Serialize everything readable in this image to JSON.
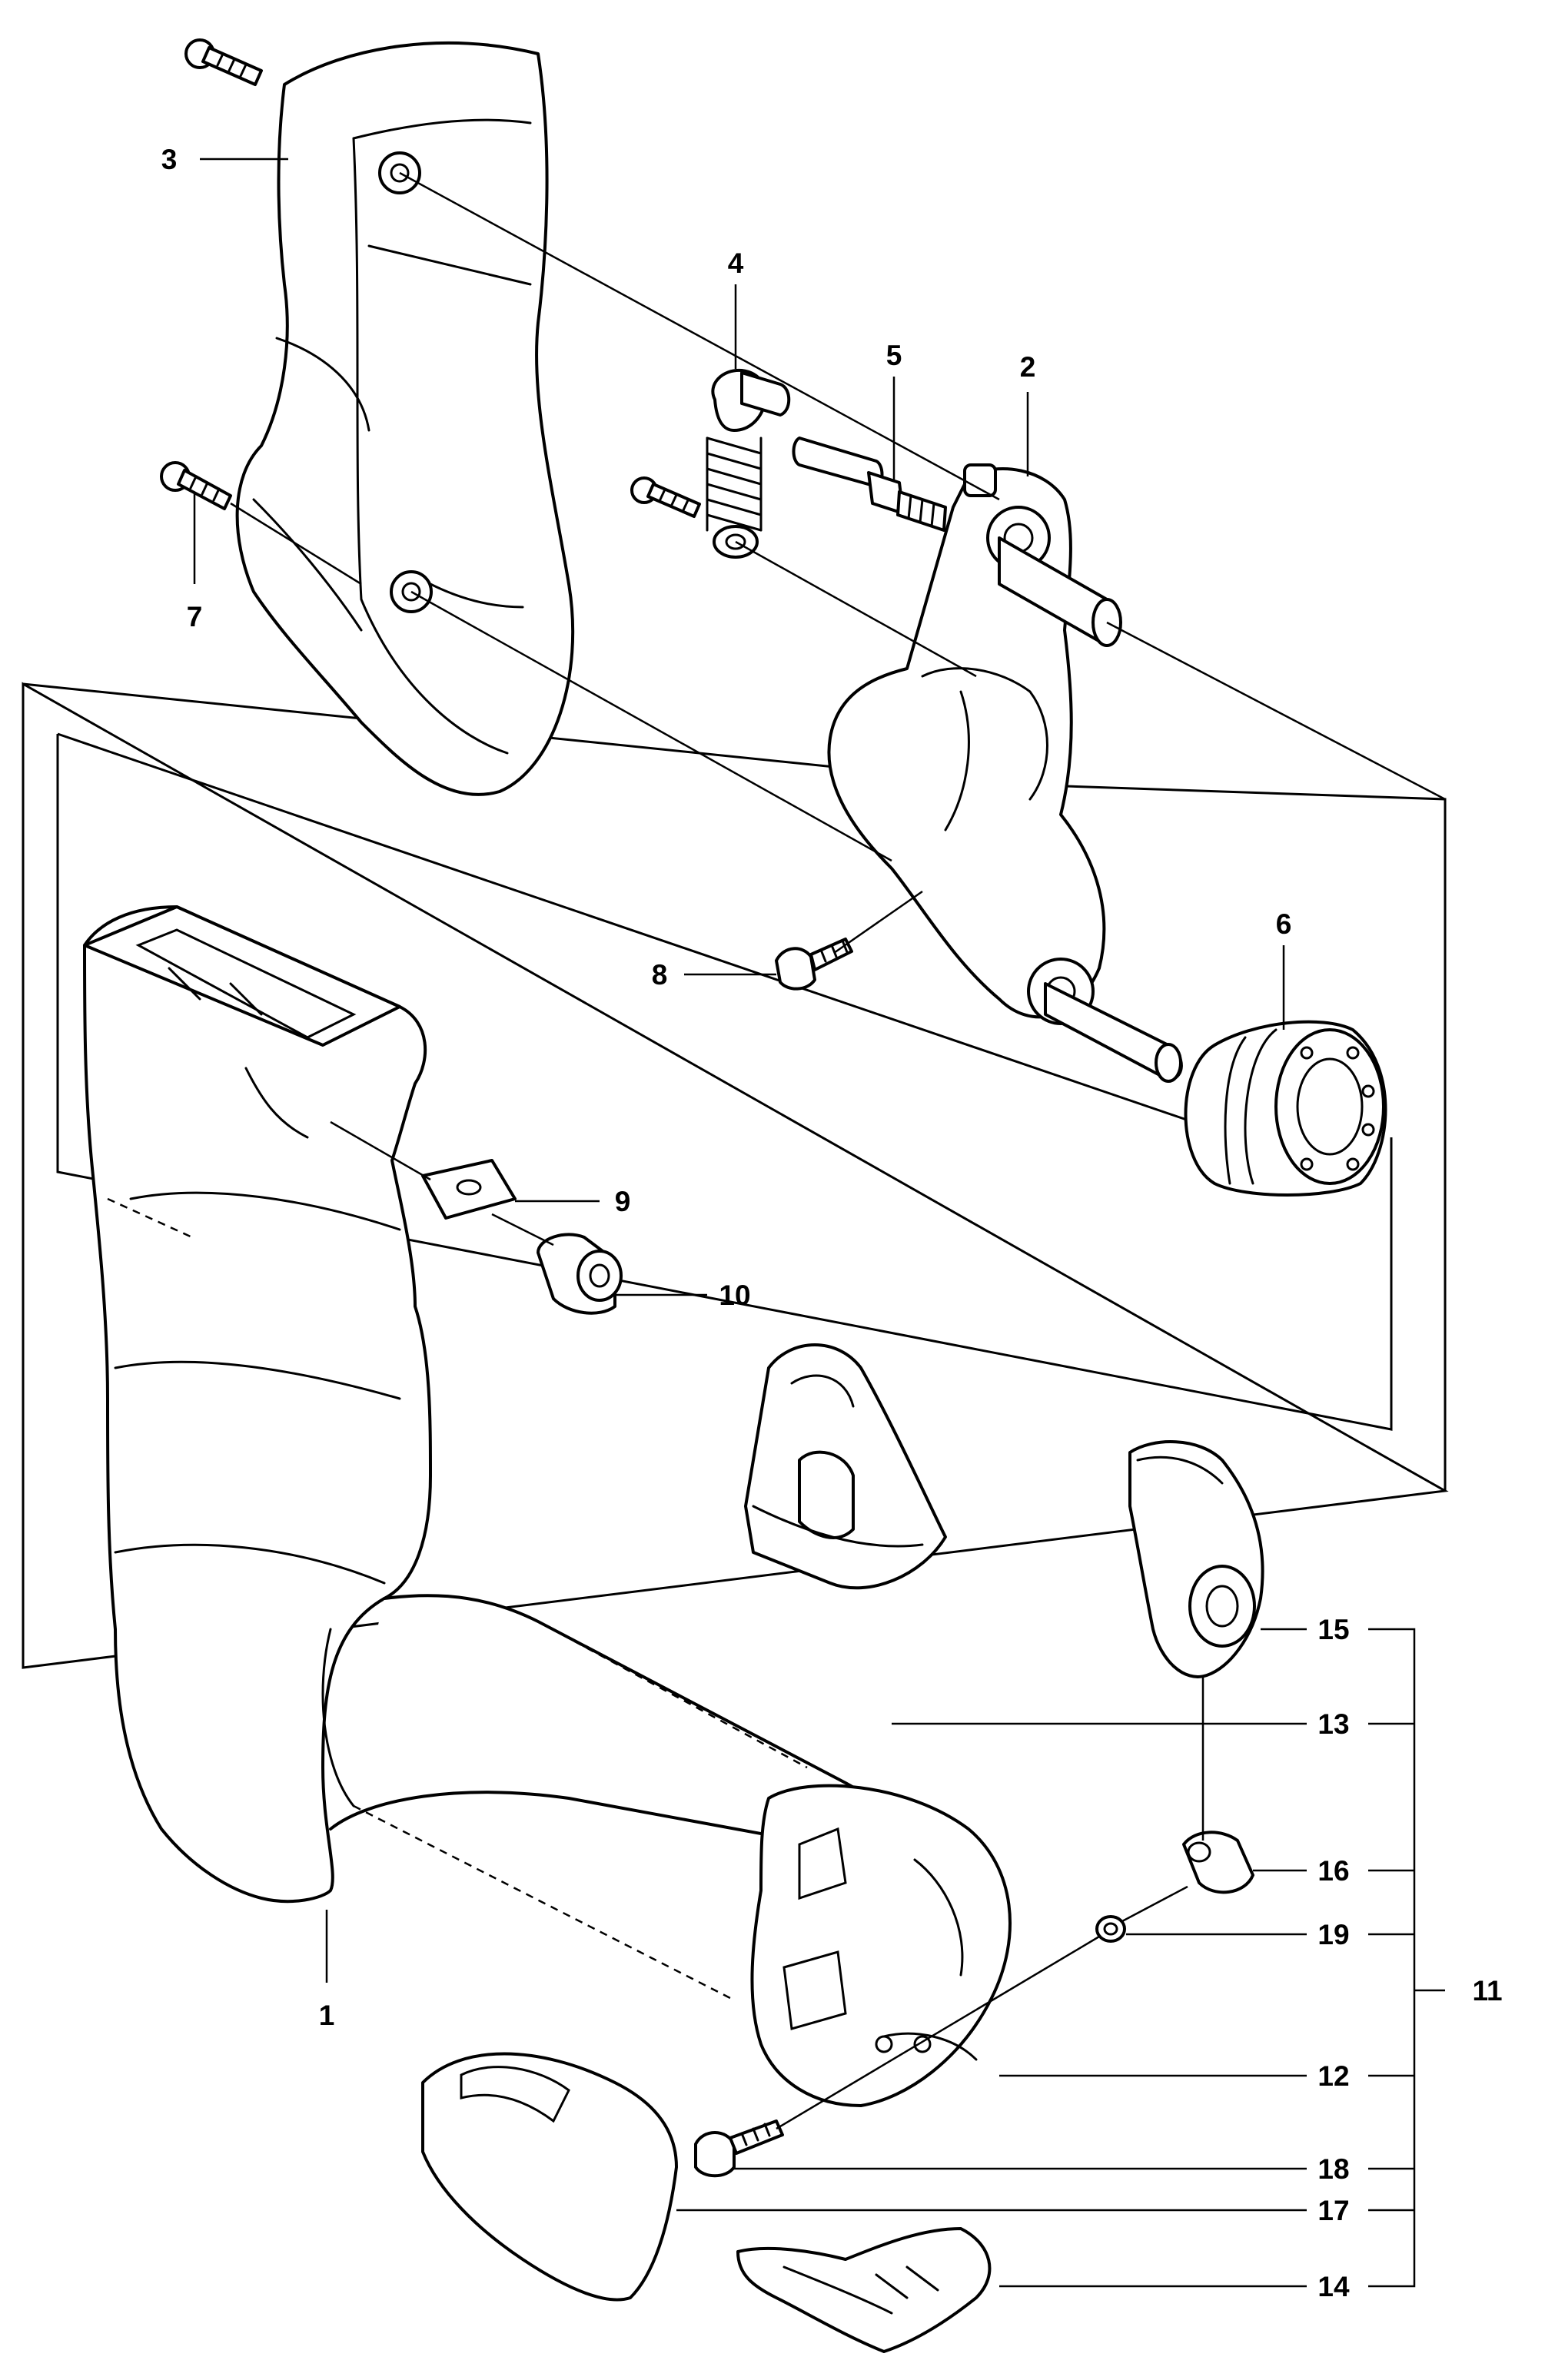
{
  "callouts": [
    {
      "id": "p1",
      "label": "1"
    },
    {
      "id": "p2",
      "label": "2"
    },
    {
      "id": "p3",
      "label": "3"
    },
    {
      "id": "p4",
      "label": "4"
    },
    {
      "id": "p5",
      "label": "5"
    },
    {
      "id": "p6",
      "label": "6"
    },
    {
      "id": "p7",
      "label": "7"
    },
    {
      "id": "p8",
      "label": "8"
    },
    {
      "id": "p9",
      "label": "9"
    },
    {
      "id": "p10",
      "label": "10"
    },
    {
      "id": "p11",
      "label": "11"
    },
    {
      "id": "p12",
      "label": "12"
    },
    {
      "id": "p13",
      "label": "13"
    },
    {
      "id": "p14",
      "label": "14"
    },
    {
      "id": "p15",
      "label": "15"
    },
    {
      "id": "p16",
      "label": "16"
    },
    {
      "id": "p17",
      "label": "17"
    },
    {
      "id": "p18",
      "label": "18"
    },
    {
      "id": "p19",
      "label": "19"
    }
  ]
}
